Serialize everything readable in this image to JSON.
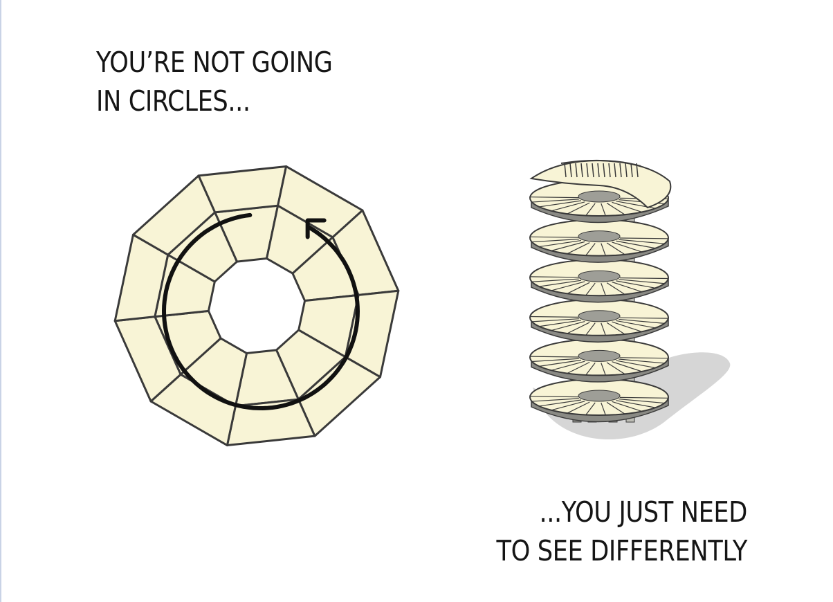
{
  "top_caption": {
    "line1": "YOU’RE NOT GOING",
    "line2": "IN CIRCLES..."
  },
  "bottom_caption": {
    "line1": "...YOU JUST NEED",
    "line2": "TO SEE DIFFERENTLY"
  },
  "colors": {
    "tile_fill": "#f8f4d6",
    "outline": "#3a3a3a",
    "arrow": "#111111",
    "shadow": "#d6d6d6",
    "tower_dark": "#8c8c86",
    "text": "#151515"
  },
  "icons": {
    "top_view": "ring-top-view",
    "arrow": "circular-arrow-icon",
    "tower": "spiral-staircase-tower"
  },
  "figures": {
    "ring_segments": 10,
    "tower_levels": 6
  }
}
